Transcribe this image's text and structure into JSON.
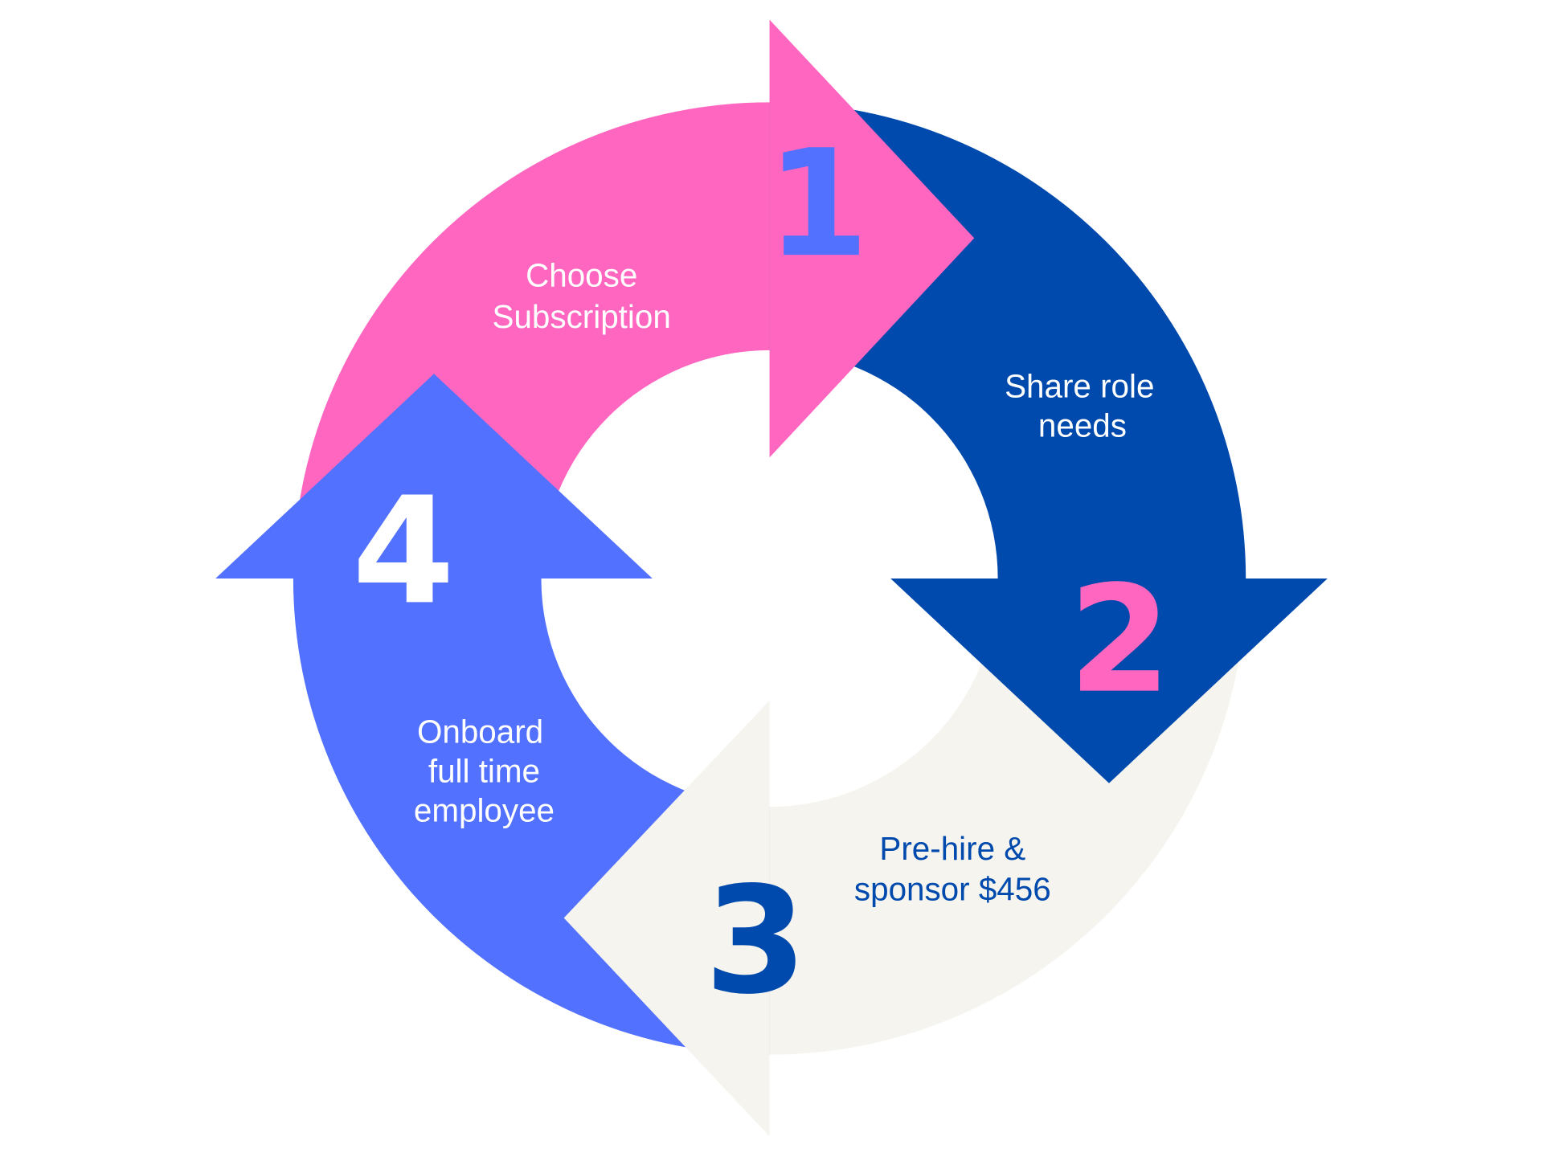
{
  "colors": {
    "pink": "#ff66c0",
    "navy": "#0049ad",
    "beige": "#f5f4ee",
    "periwinkle": "#5271ff",
    "white": "#ffffff"
  },
  "steps": [
    {
      "number": "1",
      "line1": "Choose",
      "line2": "Subscription",
      "line3": ""
    },
    {
      "number": "2",
      "line1": "Share role",
      "line2": "needs",
      "line3": ""
    },
    {
      "number": "3",
      "line1": "Pre-hire &",
      "line2": "sponsor $456",
      "line3": ""
    },
    {
      "number": "4",
      "line1": "Onboard",
      "line2": "full time",
      "line3": "employee"
    }
  ]
}
